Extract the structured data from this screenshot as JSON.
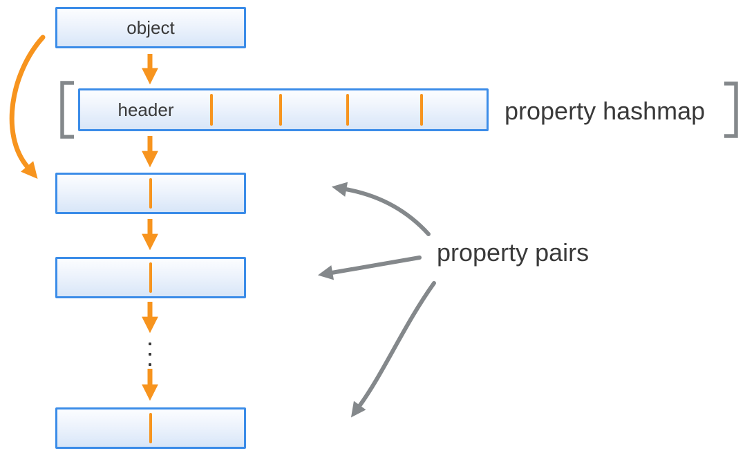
{
  "colors": {
    "orange": "#F7941E",
    "blue_border": "#3B8CE8",
    "box_fill_top": "#FCFDFF",
    "box_fill_bottom": "#D8E6F8",
    "gray": "#84888B",
    "text": "#3A3A3A"
  },
  "diagram": {
    "object_box": {
      "label": "object"
    },
    "hashmap_box": {
      "label": "header",
      "slot_divider_count": 4,
      "annotation": "property hashmap"
    },
    "pair_boxes": {
      "count": 3,
      "annotation": "property pairs",
      "ellipsis_dot_count": 3
    }
  }
}
